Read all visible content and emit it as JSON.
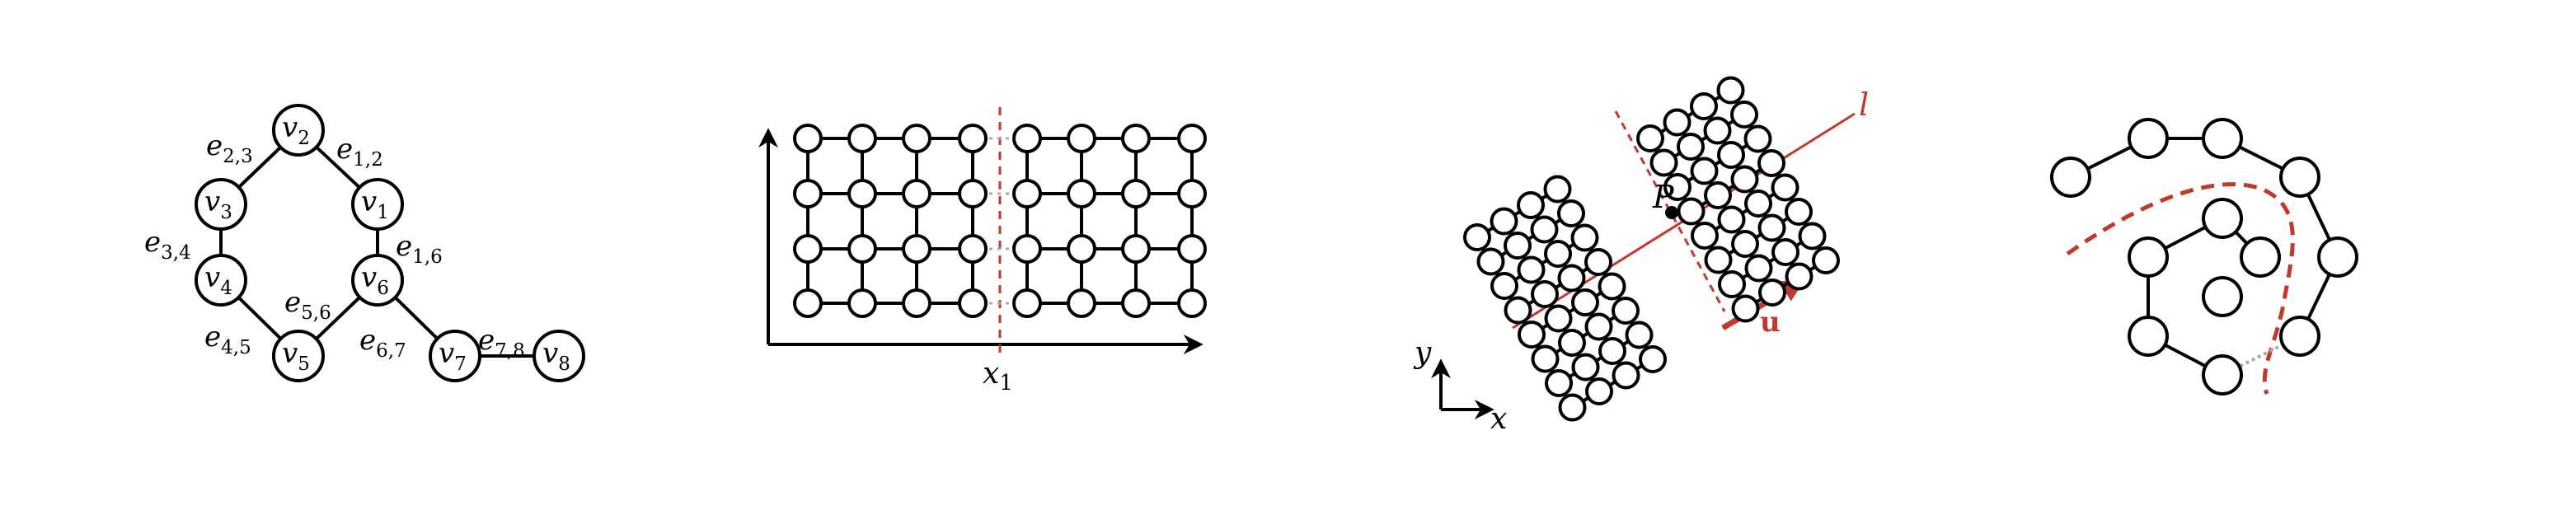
{
  "colors": {
    "ink": "#000000",
    "accent": "#c0392b",
    "faint": "#aaaaaa"
  },
  "panel1": {
    "nodes": [
      {
        "id": "v1",
        "base": "v",
        "sub": "1"
      },
      {
        "id": "v2",
        "base": "v",
        "sub": "2"
      },
      {
        "id": "v3",
        "base": "v",
        "sub": "3"
      },
      {
        "id": "v4",
        "base": "v",
        "sub": "4"
      },
      {
        "id": "v5",
        "base": "v",
        "sub": "5"
      },
      {
        "id": "v6",
        "base": "v",
        "sub": "6"
      },
      {
        "id": "v7",
        "base": "v",
        "sub": "7"
      },
      {
        "id": "v8",
        "base": "v",
        "sub": "8"
      }
    ],
    "edges": [
      {
        "a": "v1",
        "b": "v2",
        "base": "e",
        "sub": "1,2"
      },
      {
        "a": "v2",
        "b": "v3",
        "base": "e",
        "sub": "2,3"
      },
      {
        "a": "v3",
        "b": "v4",
        "base": "e",
        "sub": "3,4"
      },
      {
        "a": "v1",
        "b": "v6",
        "base": "e",
        "sub": "1,6"
      },
      {
        "a": "v4",
        "b": "v5",
        "base": "e",
        "sub": "4,5"
      },
      {
        "a": "v5",
        "b": "v6",
        "base": "e",
        "sub": "5,6"
      },
      {
        "a": "v6",
        "b": "v7",
        "base": "e",
        "sub": "6,7"
      },
      {
        "a": "v7",
        "b": "v8",
        "base": "e",
        "sub": "7,8"
      }
    ]
  },
  "panel2": {
    "rows": 4,
    "cols": 8,
    "split_label_base": "x",
    "split_label_accent": "¯",
    "split_label_sub": "1"
  },
  "panel3": {
    "point_label": "P",
    "line_label": "l",
    "vector_label": "u",
    "axis_x_label": "x",
    "axis_y_label": "y"
  },
  "panel4": {
    "outer_ring_nodes": 8,
    "inner_nodes": 4
  }
}
